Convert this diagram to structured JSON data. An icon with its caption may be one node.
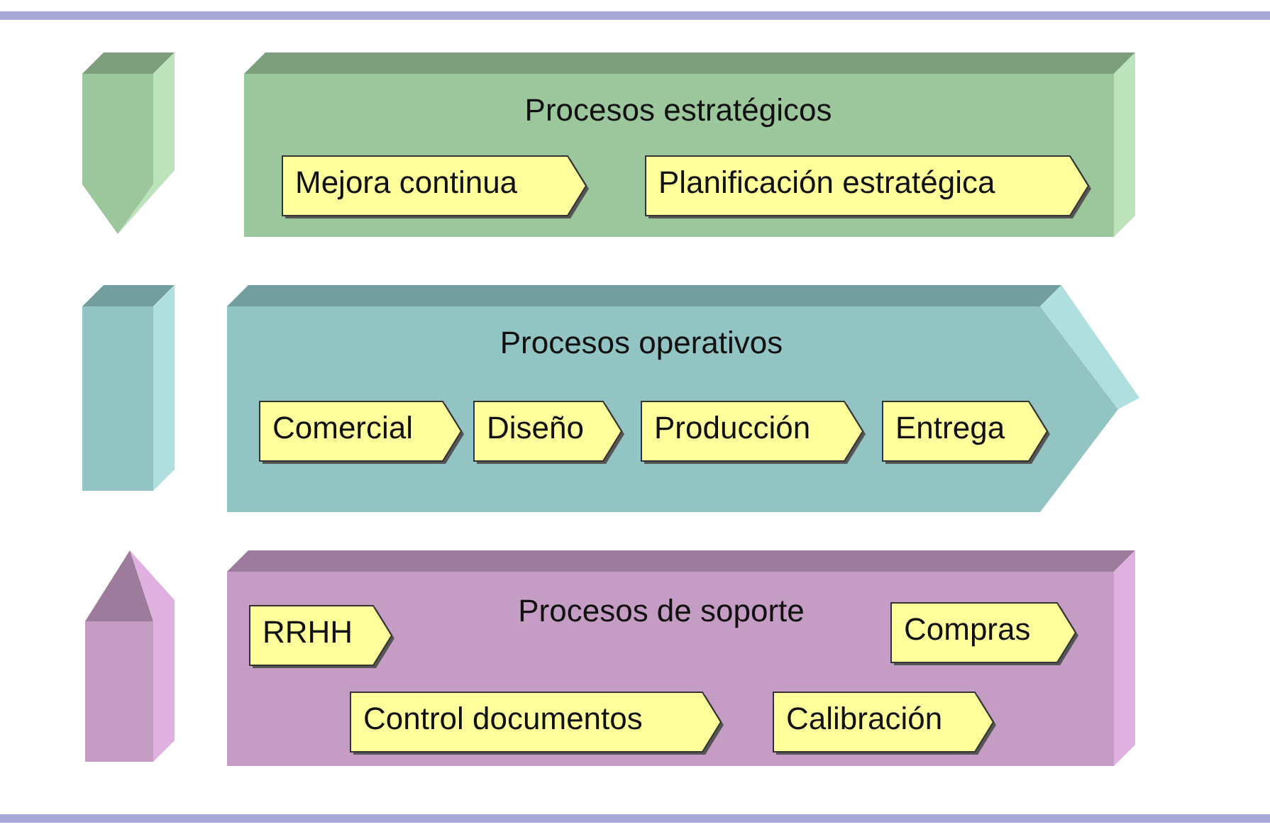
{
  "diagram": {
    "nodes": [
      {
        "text": [
          "Procesos estratégicos"
        ]
      },
      {
        "text": [
          "Mejora continua"
        ],
        "in": 0
      },
      {
        "text": [
          "Planificación estratégica"
        ],
        "in": 0
      },
      {
        "text": [
          "Procesos operativos"
        ]
      },
      {
        "text": [
          "Comercial"
        ],
        "in": 3
      },
      {
        "text": [
          "Diseño"
        ],
        "in": 3
      },
      {
        "text": [
          "Producción"
        ],
        "in": 3
      },
      {
        "text": [
          "Entrega"
        ],
        "in": 3
      },
      {
        "text": [
          "Procesos de soporte"
        ]
      },
      {
        "text": [
          "RRHH"
        ],
        "in": 8
      },
      {
        "text": [
          "Compras"
        ],
        "in": 8
      },
      {
        "text": [
          "Control documentos"
        ],
        "in": 8
      },
      {
        "text": [
          "Calibración"
        ],
        "in": 8
      },
      {
        "text": [],
        "shape": "pentagon"
      },
      {
        "text": [],
        "shape": "box"
      },
      {
        "text": [],
        "shape": "pentagon"
      }
    ]
  }
}
